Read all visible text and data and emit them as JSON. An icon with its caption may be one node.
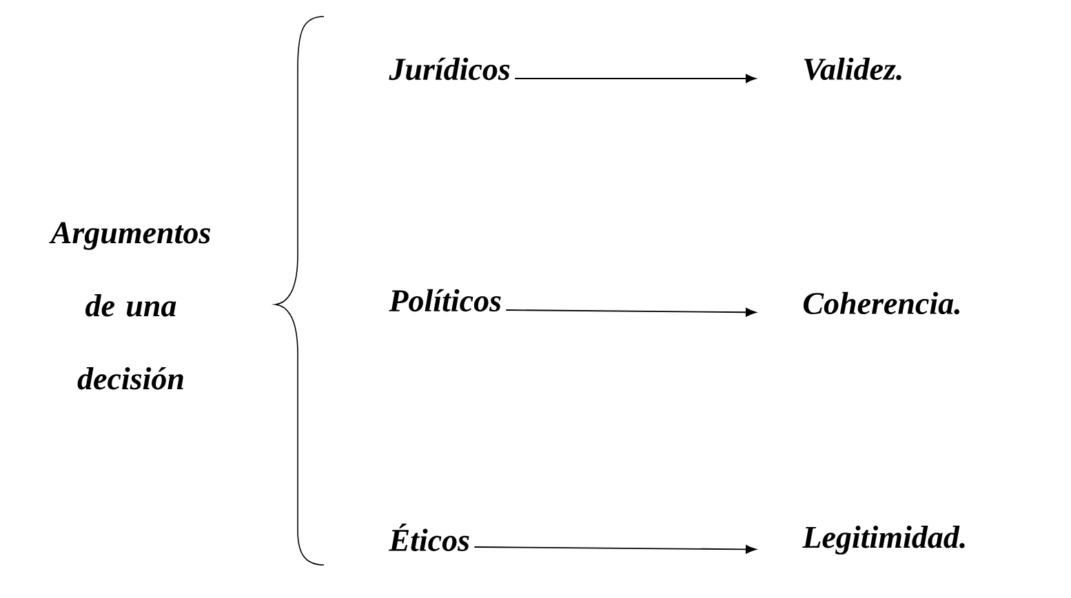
{
  "diagram": {
    "nodes": [
      {
        "text": [
          "Argumentos de una decisión"
        ]
      },
      {
        "text": [
          "Jurídicos"
        ]
      },
      {
        "text": [
          "Políticos"
        ]
      },
      {
        "text": [
          "Éticos"
        ]
      },
      {
        "text": [
          "Validez."
        ]
      },
      {
        "text": [
          "Coherencia."
        ]
      },
      {
        "text": [
          "Legitimidad."
        ]
      }
    ],
    "edges": [
      {
        "from": 1,
        "to": 4,
        "arrow": "to"
      },
      {
        "from": 2,
        "to": 5,
        "arrow": "to"
      },
      {
        "from": 3,
        "to": 6,
        "arrow": "to"
      }
    ]
  }
}
